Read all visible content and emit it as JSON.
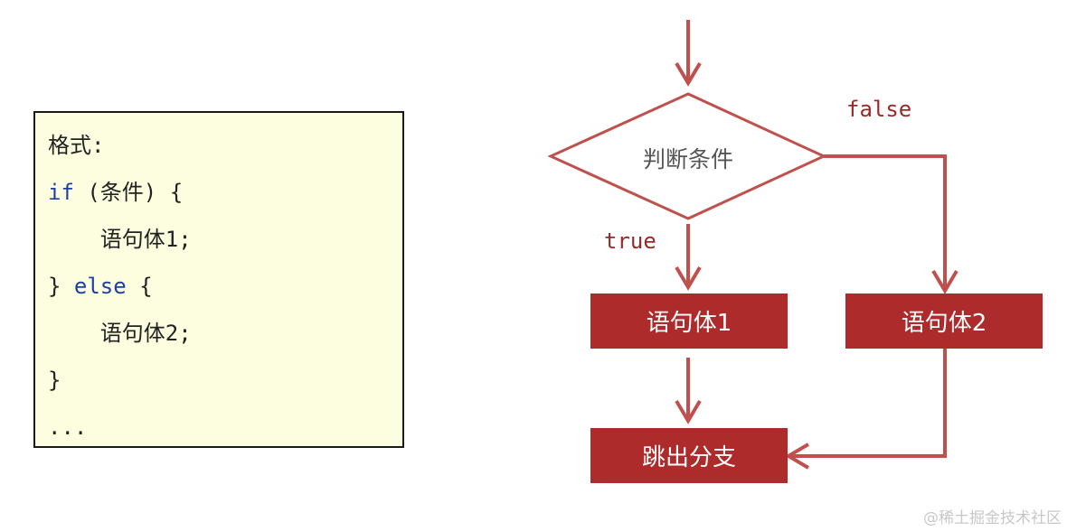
{
  "code": {
    "format_label": "格式:",
    "line_if_kw": "if",
    "line_if_rest": " (条件) {",
    "line_stmt1": "    语句体1;",
    "line_close_open": "} ",
    "line_else_kw": "else",
    "line_else_rest": " {",
    "line_stmt2": "    语句体2;",
    "line_close": "}",
    "line_ellipsis": "..."
  },
  "flowchart": {
    "condition": "判断条件",
    "true_label": "true",
    "false_label": "false",
    "stmt1": "语句体1",
    "stmt2": "语句体2",
    "exit": "跳出分支"
  },
  "colors": {
    "arrow": "#c0504d",
    "box_fill": "#ad2b2b",
    "code_bg": "#fdfde0",
    "keyword": "#1c3fa8"
  },
  "watermark": "@稀土掘金技术社区"
}
